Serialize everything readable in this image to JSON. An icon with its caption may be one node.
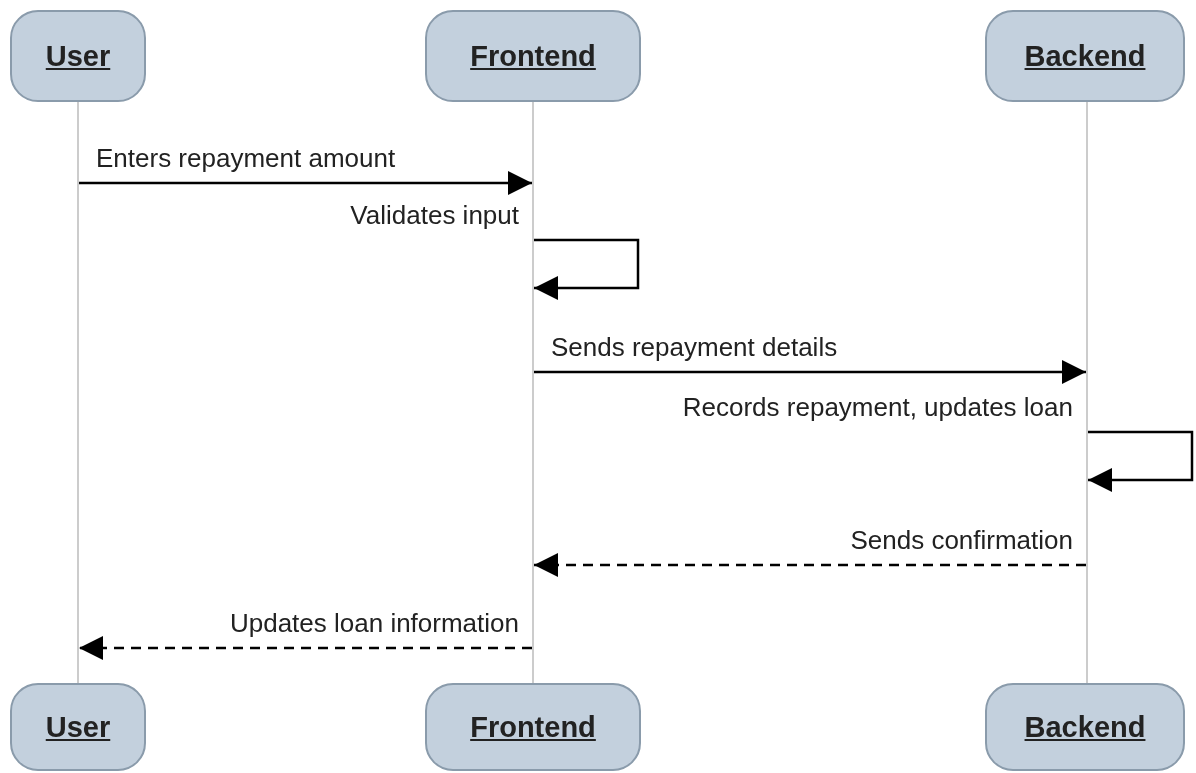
{
  "diagram": {
    "nodes": [
      {
        "text": [
          "User"
        ]
      },
      {
        "text": [
          "Frontend"
        ]
      },
      {
        "text": [
          "Backend"
        ]
      },
      {
        "text": [],
        "shape": "line"
      },
      {
        "text": [],
        "shape": "line"
      },
      {
        "text": [],
        "shape": "line"
      },
      {
        "text": [
          "User"
        ]
      },
      {
        "text": [
          "Frontend"
        ]
      },
      {
        "text": [
          "Backend"
        ]
      }
    ],
    "edges": [
      {
        "from": 3,
        "to": 4,
        "arrow": "to",
        "label": "Enters repayment amount"
      },
      {
        "from": 4,
        "to": 4,
        "arrow": "to",
        "label": "Validates input"
      },
      {
        "from": 4,
        "to": 5,
        "arrow": "to",
        "label": "Sends repayment details"
      },
      {
        "from": 5,
        "to": 5,
        "arrow": "to",
        "label": "Records repayment, updates loan"
      },
      {
        "from": 5,
        "to": 4,
        "arrow": "to",
        "label": "Sends confirmation",
        "style": "dashed"
      },
      {
        "from": 4,
        "to": 3,
        "arrow": "to",
        "label": "Updates loan information",
        "style": "dashed"
      }
    ]
  }
}
